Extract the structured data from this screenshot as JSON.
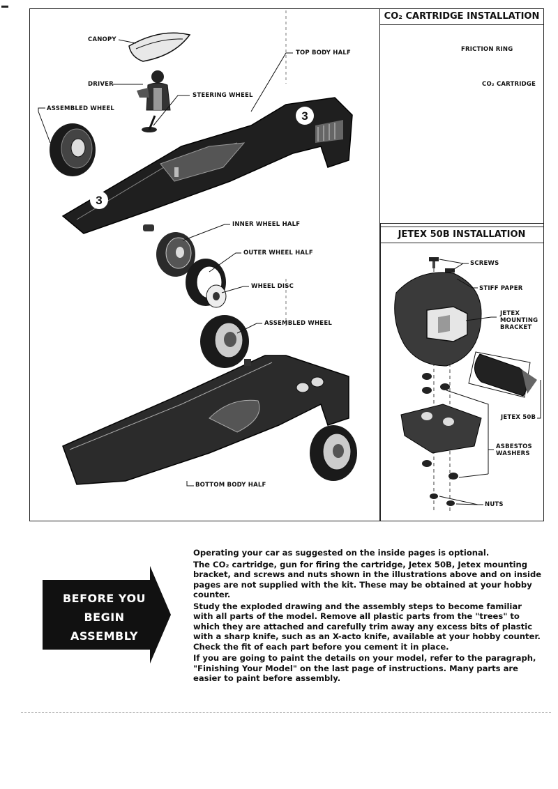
{
  "panels": {
    "co2": {
      "title": "CO₂ CARTRIDGE INSTALLATION",
      "labels": {
        "friction_ring": "FRICTION RING",
        "co2_cartridge": "CO₂ CARTRIDGE"
      }
    },
    "jetex": {
      "title": "JETEX 50B INSTALLATION",
      "labels": {
        "screws": "SCREWS",
        "stiff_paper": "STIFF PAPER",
        "mounting_bracket": [
          "JETEX",
          "MOUNTING",
          "BRACKET"
        ],
        "jetex_50b": "JETEX 50B",
        "asbestos_washers": [
          "ASBESTOS",
          "WASHERS"
        ],
        "nuts": "NUTS"
      }
    }
  },
  "exploded": {
    "labels": {
      "canopy": "CANOPY",
      "driver": "DRIVER",
      "top_body_half": "TOP BODY HALF",
      "steering_wheel": "STEERING WHEEL",
      "assembled_wheel_top": "ASSEMBLED WHEEL",
      "inner_wheel_half": "INNER WHEEL HALF",
      "outer_wheel_half": "OUTER WHEEL HALF",
      "wheel_disc": "WHEEL DISC",
      "assembled_wheel_mid": "ASSEMBLED WHEEL",
      "bottom_body_half": "BOTTOM BODY HALF"
    },
    "car_number": "3"
  },
  "callout": {
    "lines": [
      "BEFORE YOU",
      "BEGIN",
      "ASSEMBLY"
    ]
  },
  "instructions": {
    "p1": "Operating your car as suggested on the inside pages is optional.",
    "p2": "The CO₂ cartridge, gun for firing the cartridge, Jetex 50B, Jetex mounting bracket, and screws and nuts shown in the illustrations above and on inside pages are not supplied with the kit. These may be obtained at your hobby counter.",
    "p3": "Study the exploded drawing and the assembly steps to become familiar with all parts of the model. Remove all plastic parts from the \"trees\" to which they are attached and carefully trim away any excess bits of plastic with a sharp knife, such as an X-acto knife, available at your hobby counter. Check the fit of each part before you cement it in place.",
    "p4": "If you are going to paint the details on your model, refer to the paragraph, \"Finishing Your Model\" on the last page of instructions. Many parts are easier to paint before assembly."
  }
}
